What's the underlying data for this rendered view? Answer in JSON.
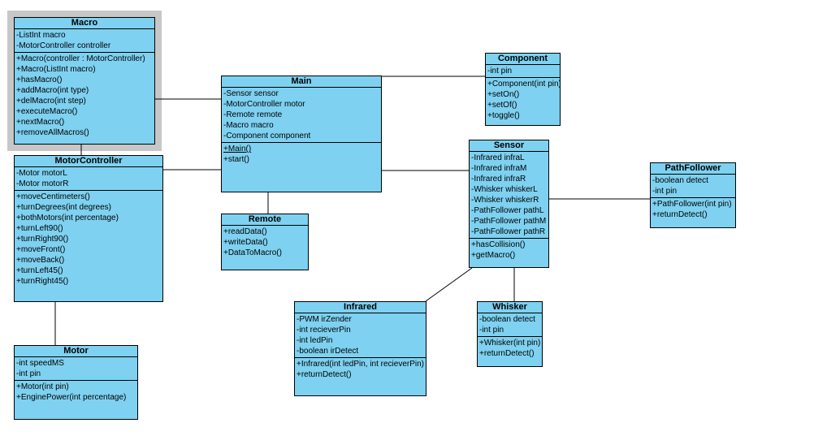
{
  "diagram": {
    "colors": {
      "background": "#ffffff",
      "class_fill": "#7ed1f0",
      "class_border": "#000000",
      "selection_frame": "#c7c7c7",
      "text": "#000000"
    },
    "classes": [
      {
        "name": "Macro",
        "selected": true,
        "attributes": [
          "-ListInt macro",
          "-MotorController controller"
        ],
        "methods": [
          "+Macro(controller : MotorController)",
          "+Macro(ListInt macro)",
          "+hasMacro()",
          "+addMacro(int type)",
          "+delMacro(int step)",
          "+executeMacro()",
          "+nextMacro()",
          "+removeAllMacros()"
        ]
      },
      {
        "name": "MotorController",
        "selected": false,
        "attributes": [
          "-Motor motorL",
          "-Motor motorR"
        ],
        "methods": [
          "+moveCentimeters()",
          "+turnDegrees(int degrees)",
          "+bothMotors(int percentage)",
          "+turnLeft90()",
          "+turnRight90()",
          "+moveFront()",
          "+moveBack()",
          "+turnLeft45()",
          "+turnRight45()"
        ]
      },
      {
        "name": "Motor",
        "selected": false,
        "attributes": [
          "-int speedMS",
          "-int pin"
        ],
        "methods": [
          "+Motor(int pin)",
          "+EnginePower(int percentage)"
        ]
      },
      {
        "name": "Main",
        "selected": false,
        "attributes": [
          "-Sensor sensor",
          "-MotorController motor",
          "-Remote remote",
          "-Macro macro",
          "-Component component"
        ],
        "methods": [
          {
            "text": "+Main()",
            "underline": true
          },
          "+start()"
        ]
      },
      {
        "name": "Remote",
        "selected": false,
        "attributes": [],
        "methods": [
          "+readData()",
          "+writeData()",
          "+DataToMacro()"
        ]
      },
      {
        "name": "Component",
        "selected": false,
        "attributes": [
          "-int pin"
        ],
        "methods": [
          "+Component(int pin)",
          "+setOn()",
          "+setOf()",
          "+toggle()"
        ]
      },
      {
        "name": "Sensor",
        "selected": false,
        "attributes": [
          "-Infrared infraL",
          "-Infrared infraM",
          "-Infrared infraR",
          "-Whisker whiskerL",
          "-Whisker whiskerR",
          "-PathFollower pathL",
          "-PathFollower pathM",
          "-PathFollower pathR"
        ],
        "methods": [
          "+hasCollision()",
          "+getMacro()"
        ]
      },
      {
        "name": "PathFollower",
        "selected": false,
        "attributes": [
          "-boolean detect",
          "-int pin"
        ],
        "methods": [
          "+PathFollower(int pin)",
          "+returnDetect()"
        ]
      },
      {
        "name": "Infrared",
        "selected": false,
        "attributes": [
          "-PWM irZender",
          "-int recieverPin",
          "-int ledPin",
          "-boolean irDetect"
        ],
        "methods": [
          "+Infrared(int ledPin, int recieverPin)",
          "+returnDetect()"
        ]
      },
      {
        "name": "Whisker",
        "selected": false,
        "attributes": [
          "-boolean detect",
          "-int pin"
        ],
        "methods": [
          "+Whisker(int pin)",
          "+returnDetect()"
        ]
      }
    ],
    "relationships": [
      {
        "from": "Macro",
        "to": "Main"
      },
      {
        "from": "Macro",
        "to": "MotorController"
      },
      {
        "from": "MotorController",
        "to": "Main"
      },
      {
        "from": "MotorController",
        "to": "Motor"
      },
      {
        "from": "Main",
        "to": "Component"
      },
      {
        "from": "Main",
        "to": "Sensor"
      },
      {
        "from": "Main",
        "to": "Remote"
      },
      {
        "from": "Sensor",
        "to": "PathFollower"
      },
      {
        "from": "Sensor",
        "to": "Whisker"
      },
      {
        "from": "Sensor",
        "to": "Infrared"
      }
    ]
  }
}
